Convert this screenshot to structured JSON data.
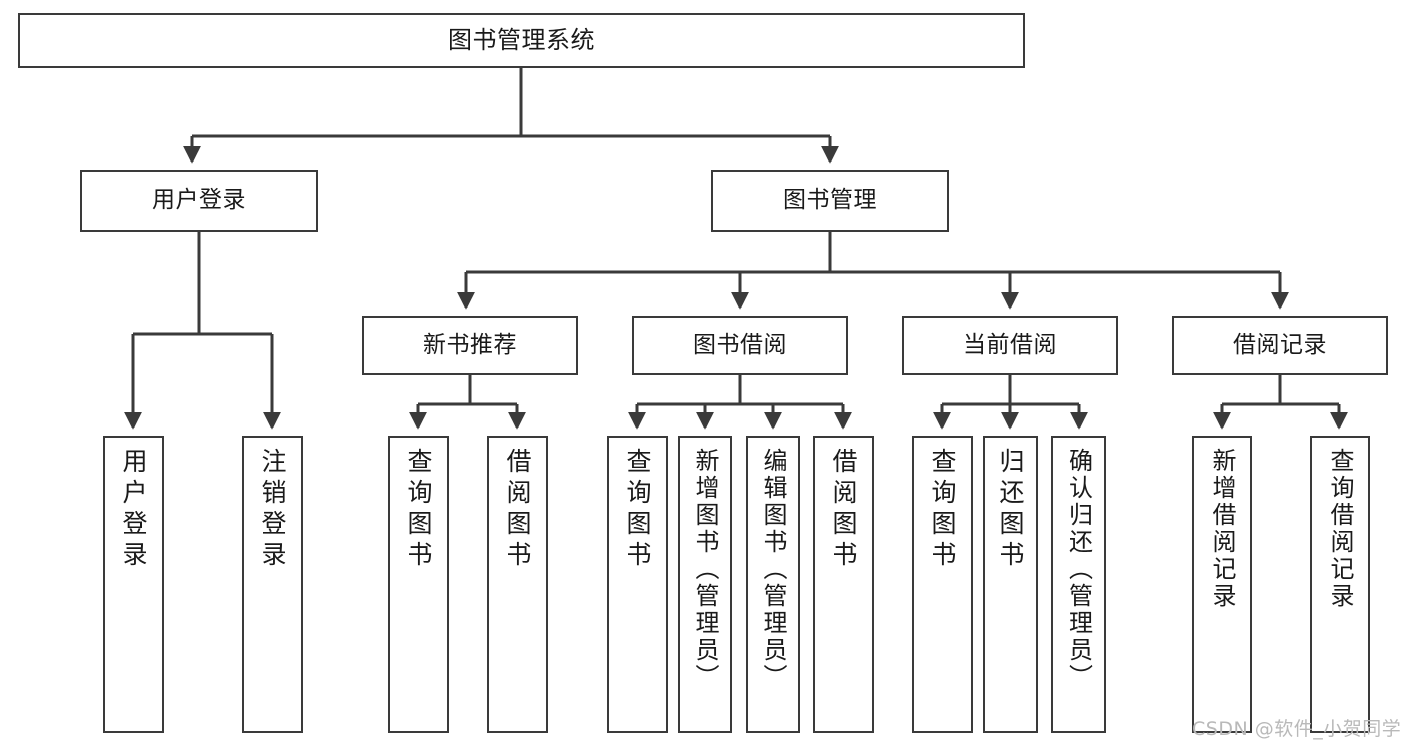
{
  "diagram": {
    "title": "图书管理系统",
    "type": "tree",
    "watermark": "CSDN @软件_小贺同学",
    "colors": {
      "box_border": "#3a3a3a",
      "box_fill": "#ffffff",
      "connector": "#3a3a3a",
      "text": "#1a1a1a",
      "watermark": "#b9b9b9",
      "background": "#ffffff"
    },
    "nodes": {
      "root": {
        "label": "图书管理系统"
      },
      "level2": [
        {
          "label": "用户登录"
        },
        {
          "label": "图书管理"
        }
      ],
      "level3": [
        {
          "label": "新书推荐"
        },
        {
          "label": "图书借阅"
        },
        {
          "label": "当前借阅"
        },
        {
          "label": "借阅记录"
        }
      ],
      "leaves": {
        "user_login": [
          {
            "label": "用户登录"
          },
          {
            "label": "注销登录"
          }
        ],
        "new_book_recommend": [
          {
            "label": "查询图书"
          },
          {
            "label": "借阅图书"
          }
        ],
        "book_borrow": [
          {
            "label": "查询图书"
          },
          {
            "label": "新增图书（管理员）"
          },
          {
            "label": "编辑图书（管理员）"
          },
          {
            "label": "借阅图书"
          }
        ],
        "current_borrow": [
          {
            "label": "查询图书"
          },
          {
            "label": "归还图书"
          },
          {
            "label": "确认归还（管理员）"
          }
        ],
        "borrow_record": [
          {
            "label": "新增借阅记录"
          },
          {
            "label": "查询借阅记录"
          }
        ]
      }
    }
  }
}
